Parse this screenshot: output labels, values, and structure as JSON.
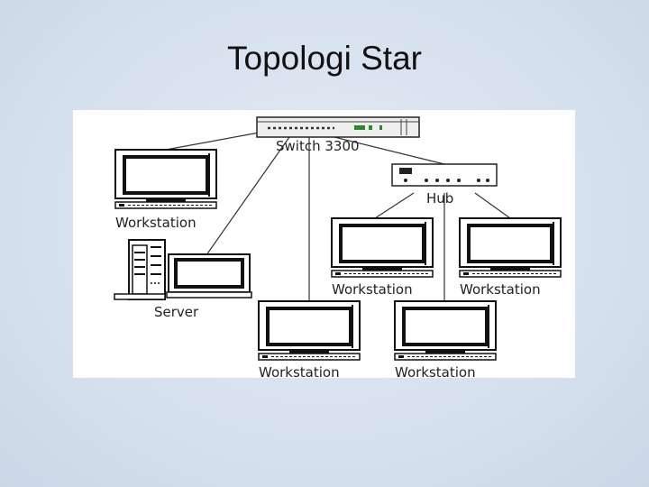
{
  "slide": {
    "title": "Topologi Star"
  },
  "diagram": {
    "switch_label": "Switch 3300",
    "hub_label": "Hub",
    "server_label": "Server",
    "workstation_label": "Workstation"
  }
}
